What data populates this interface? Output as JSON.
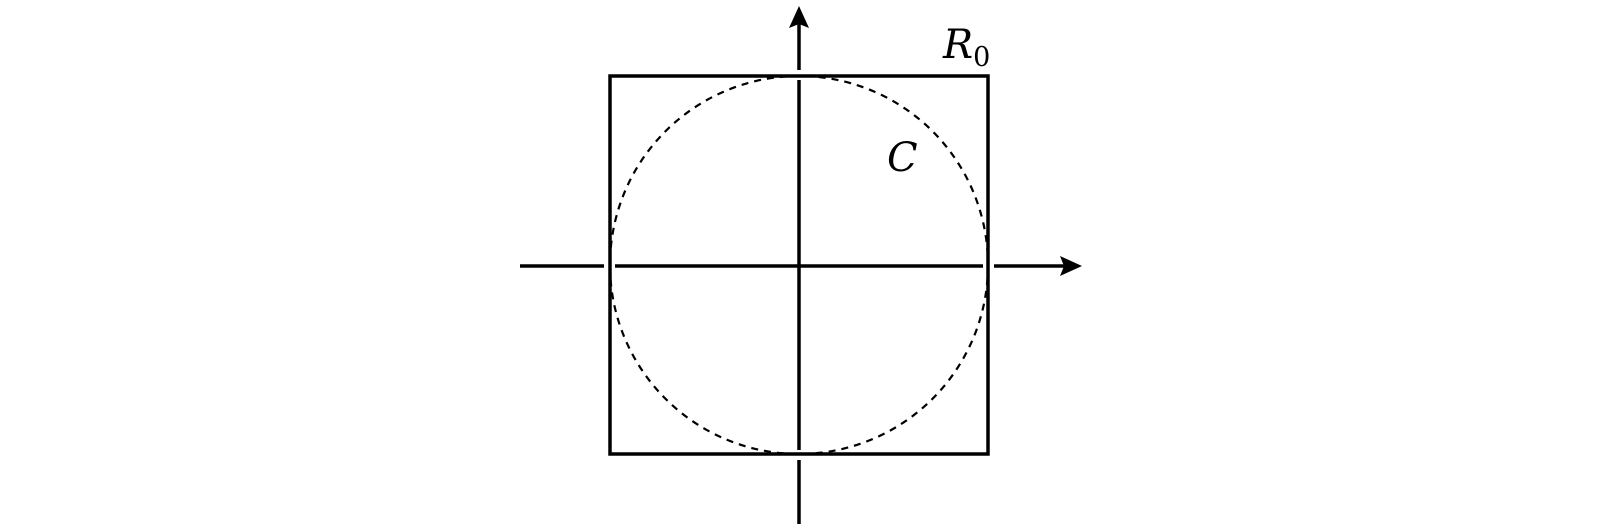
{
  "labels": {
    "region": {
      "main": "R",
      "sub": "0"
    },
    "curve": "C"
  },
  "colors": {
    "stroke": "#000000",
    "background": "#ffffff"
  }
}
